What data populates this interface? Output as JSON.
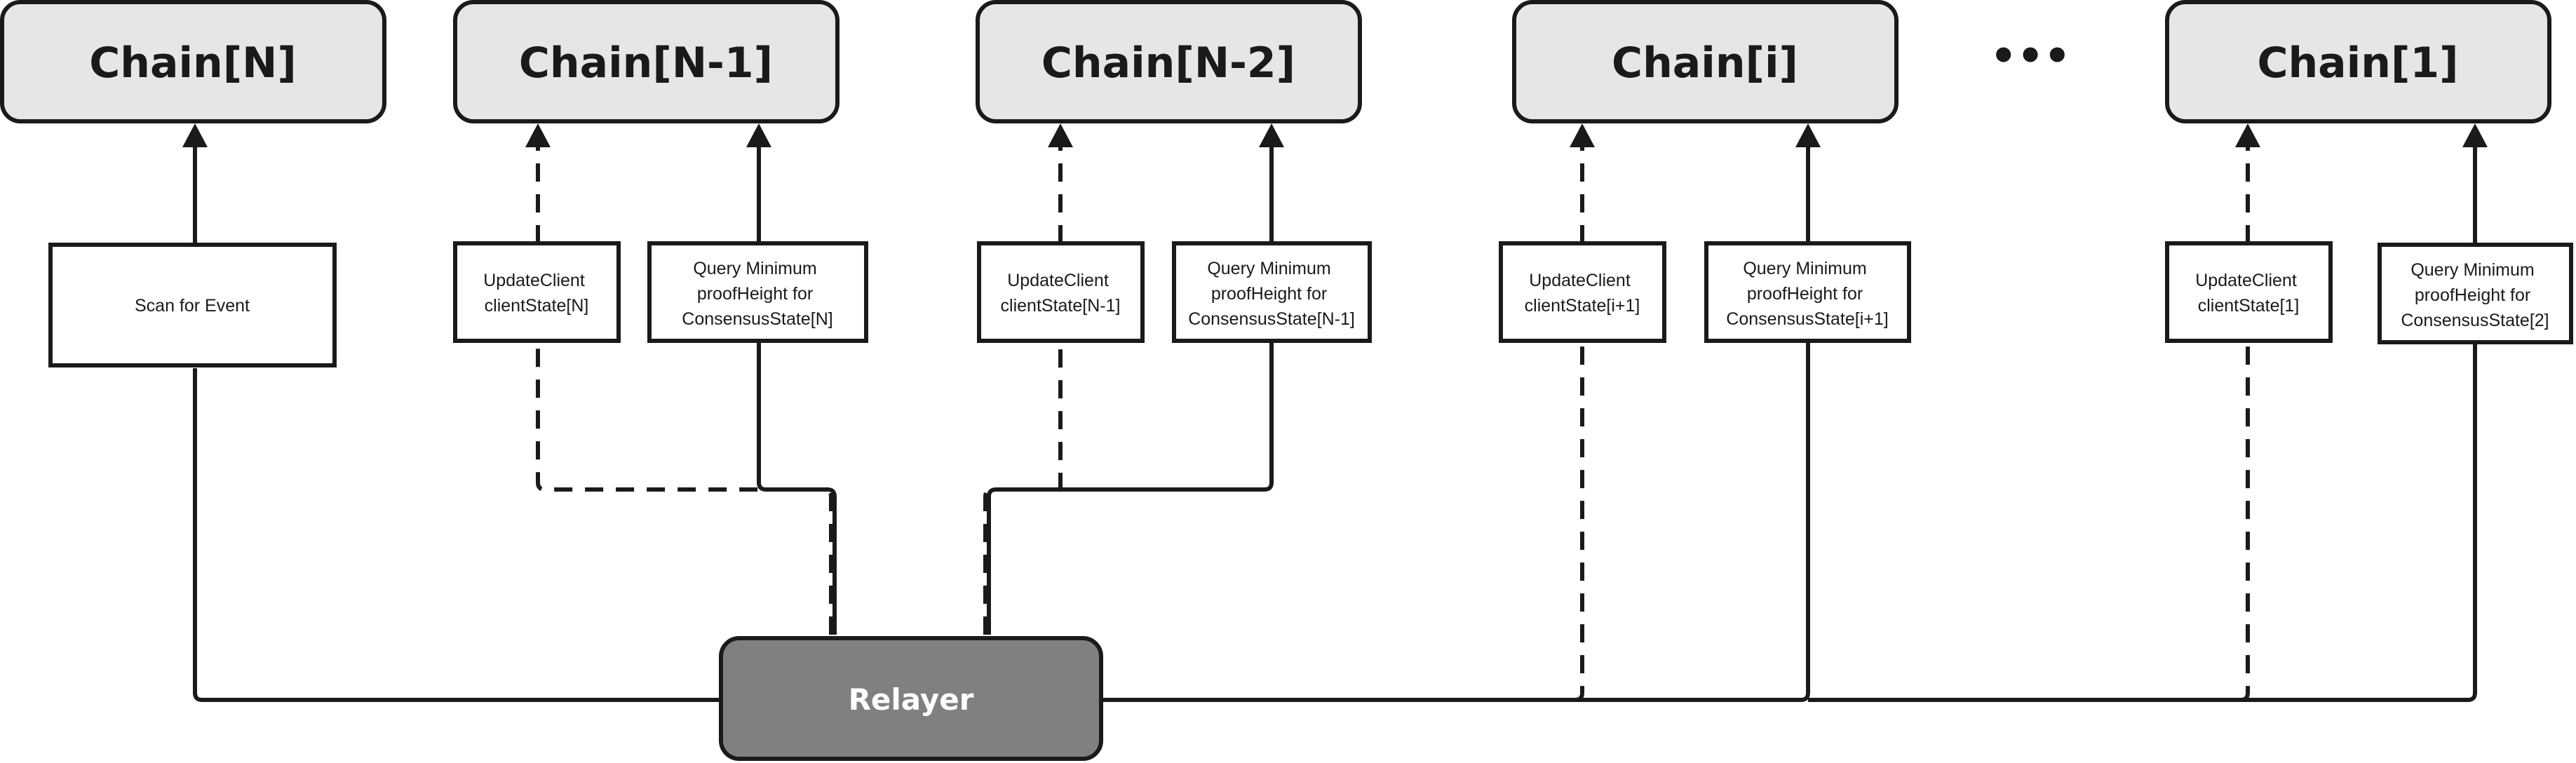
{
  "chains": {
    "n": "Chain[N]",
    "n_minus_1": "Chain[N-1]",
    "n_minus_2": "Chain[N-2]",
    "i": "Chain[i]",
    "one": "Chain[1]"
  },
  "ellipsis": "•••",
  "operations": {
    "scan": [
      "Scan for Event"
    ],
    "update_n": [
      "UpdateClient",
      "clientState[N]"
    ],
    "query_n": [
      "Query Minimum",
      "proofHeight for",
      "ConsensusState[N]"
    ],
    "update_n_minus_1": [
      "UpdateClient",
      "clientState[N-1]"
    ],
    "query_n_minus_1": [
      "Query Minimum",
      "proofHeight for",
      "ConsensusState[N-1]"
    ],
    "update_i_plus_1": [
      "UpdateClient",
      "clientState[i+1]"
    ],
    "query_i_plus_1": [
      "Query Minimum",
      "proofHeight for",
      "ConsensusState[i+1]"
    ],
    "update_1": [
      "UpdateClient",
      "clientState[1]"
    ],
    "query_2": [
      "Query Minimum",
      "proofHeight for",
      "ConsensusState[2]"
    ]
  },
  "relayer": "Relayer"
}
